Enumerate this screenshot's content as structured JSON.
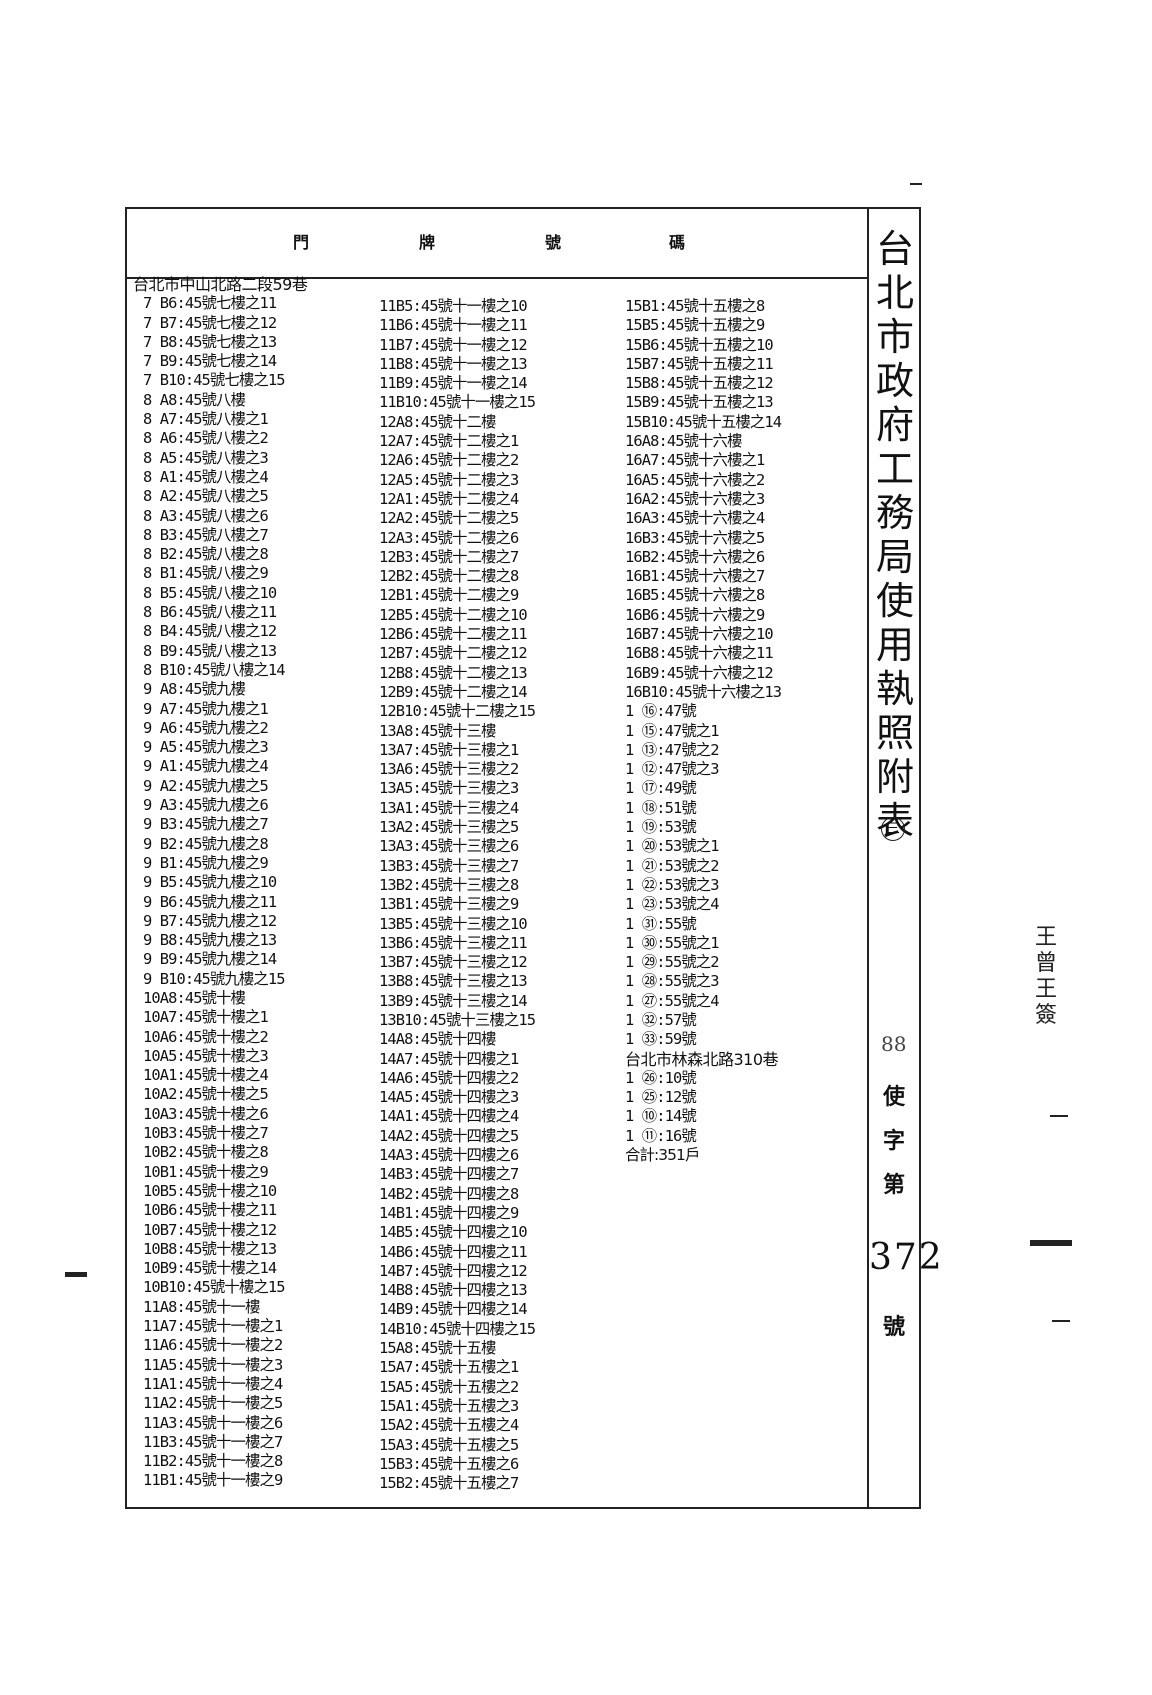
{
  "header": {
    "chars": [
      "門",
      "牌",
      "號",
      "碼"
    ]
  },
  "side": {
    "title_chars": [
      "台",
      "北",
      "市",
      "政",
      "府",
      "工",
      "務",
      "局",
      "使",
      "用",
      "執",
      "照",
      "附",
      "表"
    ],
    "sub": "三",
    "permit_prefix": "88",
    "permit_chars": [
      "使",
      "字",
      "第"
    ],
    "permit_number": "372",
    "permit_suffix": "號"
  },
  "margin_note": {
    "chars": [
      "王",
      "曾",
      "王",
      "簽"
    ]
  },
  "columns": {
    "col1": {
      "section": "台北市中山北路二段59巷",
      "rows": [
        "7 B6:45號七樓之11",
        "7 B7:45號七樓之12",
        "7 B8:45號七樓之13",
        "7 B9:45號七樓之14",
        "7 B10:45號七樓之15",
        "8 A8:45號八樓",
        "8 A7:45號八樓之1",
        "8 A6:45號八樓之2",
        "8 A5:45號八樓之3",
        "8 A1:45號八樓之4",
        "8 A2:45號八樓之5",
        "8 A3:45號八樓之6",
        "8 B3:45號八樓之7",
        "8 B2:45號八樓之8",
        "8 B1:45號八樓之9",
        "8 B5:45號八樓之10",
        "8 B6:45號八樓之11",
        "8 B4:45號八樓之12",
        "8 B9:45號八樓之13",
        "8 B10:45號八樓之14",
        "9 A8:45號九樓",
        "9 A7:45號九樓之1",
        "9 A6:45號九樓之2",
        "9 A5:45號九樓之3",
        "9 A1:45號九樓之4",
        "9 A2:45號九樓之5",
        "9 A3:45號九樓之6",
        "9 B3:45號九樓之7",
        "9 B2:45號九樓之8",
        "9 B1:45號九樓之9",
        "9 B5:45號九樓之10",
        "9 B6:45號九樓之11",
        "9 B7:45號九樓之12",
        "9 B8:45號九樓之13",
        "9 B9:45號九樓之14",
        "9 B10:45號九樓之15",
        "10A8:45號十樓",
        "10A7:45號十樓之1",
        "10A6:45號十樓之2",
        "10A5:45號十樓之3",
        "10A1:45號十樓之4",
        "10A2:45號十樓之5",
        "10A3:45號十樓之6",
        "10B3:45號十樓之7",
        "10B2:45號十樓之8",
        "10B1:45號十樓之9",
        "10B5:45號十樓之10",
        "10B6:45號十樓之11",
        "10B7:45號十樓之12",
        "10B8:45號十樓之13",
        "10B9:45號十樓之14",
        "10B10:45號十樓之15",
        "11A8:45號十一樓",
        "11A7:45號十一樓之1",
        "11A6:45號十一樓之2",
        "11A5:45號十一樓之3",
        "11A1:45號十一樓之4",
        "11A2:45號十一樓之5",
        "11A3:45號十一樓之6",
        "11B3:45號十一樓之7",
        "11B2:45號十一樓之8",
        "11B1:45號十一樓之9"
      ]
    },
    "col2": {
      "rows": [
        "11B5:45號十一樓之10",
        "11B6:45號十一樓之11",
        "11B7:45號十一樓之12",
        "11B8:45號十一樓之13",
        "11B9:45號十一樓之14",
        "11B10:45號十一樓之15",
        "12A8:45號十二樓",
        "12A7:45號十二樓之1",
        "12A6:45號十二樓之2",
        "12A5:45號十二樓之3",
        "12A1:45號十二樓之4",
        "12A2:45號十二樓之5",
        "12A3:45號十二樓之6",
        "12B3:45號十二樓之7",
        "12B2:45號十二樓之8",
        "12B1:45號十二樓之9",
        "12B5:45號十二樓之10",
        "12B6:45號十二樓之11",
        "12B7:45號十二樓之12",
        "12B8:45號十二樓之13",
        "12B9:45號十二樓之14",
        "12B10:45號十二樓之15",
        "13A8:45號十三樓",
        "13A7:45號十三樓之1",
        "13A6:45號十三樓之2",
        "13A5:45號十三樓之3",
        "13A1:45號十三樓之4",
        "13A2:45號十三樓之5",
        "13A3:45號十三樓之6",
        "13B3:45號十三樓之7",
        "13B2:45號十三樓之8",
        "13B1:45號十三樓之9",
        "13B5:45號十三樓之10",
        "13B6:45號十三樓之11",
        "13B7:45號十三樓之12",
        "13B8:45號十三樓之13",
        "13B9:45號十三樓之14",
        "13B10:45號十三樓之15",
        "14A8:45號十四樓",
        "14A7:45號十四樓之1",
        "14A6:45號十四樓之2",
        "14A5:45號十四樓之3",
        "14A1:45號十四樓之4",
        "14A2:45號十四樓之5",
        "14A3:45號十四樓之6",
        "14B3:45號十四樓之7",
        "14B2:45號十四樓之8",
        "14B1:45號十四樓之9",
        "14B5:45號十四樓之10",
        "14B6:45號十四樓之11",
        "14B7:45號十四樓之12",
        "14B8:45號十四樓之13",
        "14B9:45號十四樓之14",
        "14B10:45號十四樓之15",
        "15A8:45號十五樓",
        "15A7:45號十五樓之1",
        "15A5:45號十五樓之2",
        "15A1:45號十五樓之3",
        "15A2:45號十五樓之4",
        "15A3:45號十五樓之5",
        "15B3:45號十五樓之6",
        "15B2:45號十五樓之7"
      ]
    },
    "col3": {
      "rows": [
        "15B1:45號十五樓之8",
        "15B5:45號十五樓之9",
        "15B6:45號十五樓之10",
        "15B7:45號十五樓之11",
        "15B8:45號十五樓之12",
        "15B9:45號十五樓之13",
        "15B10:45號十五樓之14",
        "16A8:45號十六樓",
        "16A7:45號十六樓之1",
        "16A5:45號十六樓之2",
        "16A2:45號十六樓之3",
        "16A3:45號十六樓之4",
        "16B3:45號十六樓之5",
        "16B2:45號十六樓之6",
        "16B1:45號十六樓之7",
        "16B5:45號十六樓之8",
        "16B6:45號十六樓之9",
        "16B7:45號十六樓之10",
        "16B8:45號十六樓之11",
        "16B9:45號十六樓之12",
        "16B10:45號十六樓之13",
        "1 ⑯:47號",
        "1 ⑮:47號之1",
        "1 ⑬:47號之2",
        "1 ⑫:47號之3",
        "1 ⑰:49號",
        "1 ⑱:51號",
        "1 ⑲:53號",
        "1 ⑳:53號之1",
        "1 ㉑:53號之2",
        "1 ㉒:53號之3",
        "1 ㉓:53號之4",
        "1 ㉛:55號",
        "1 ㉚:55號之1",
        "1 ㉙:55號之2",
        "1 ㉘:55號之3",
        "1 ㉗:55號之4",
        "1 ㉜:57號",
        "1 ㉝:59號"
      ],
      "section2": "台北市林森北路310巷",
      "rows2": [
        "1 ㉖:10號",
        "1 ㉕:12號",
        "1 ⑩:14號",
        "1 ⑪:16號"
      ],
      "total": "合計:351戶"
    }
  }
}
